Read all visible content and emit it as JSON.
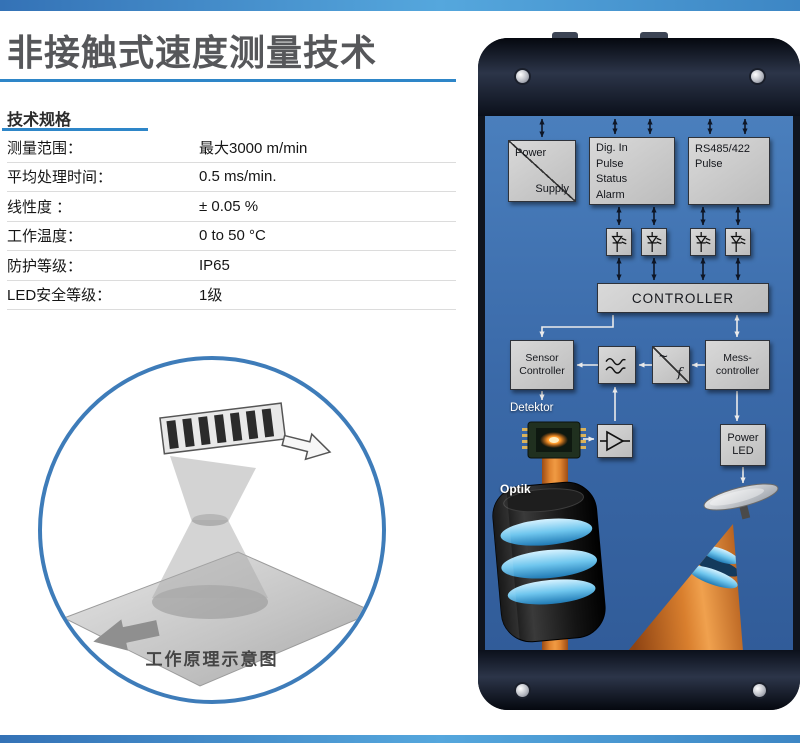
{
  "header": {
    "title": "非接触式速度测量技术"
  },
  "specs": {
    "heading": "技术规格",
    "rows": [
      {
        "label": "测量范围：",
        "value": "最大3000 m/min"
      },
      {
        "label": "平均处理时间：",
        "value": "0.5 ms/min."
      },
      {
        "label": "线性度 ：",
        "value": "± 0.05 %"
      },
      {
        "label": "工作温度：",
        "value": "0 to 50 °C"
      },
      {
        "label": "防护等级：",
        "value": "IP65"
      },
      {
        "label": "LED安全等级：",
        "value": "1级"
      }
    ]
  },
  "principle": {
    "caption": "工作原理示意图"
  },
  "device": {
    "power_supply": {
      "line1": "Power",
      "line2": "Supply"
    },
    "dig_in": {
      "lines": [
        "Dig. In",
        "Pulse",
        "Status",
        "Alarm"
      ]
    },
    "rs485": {
      "lines": [
        "RS485/422",
        "Pulse"
      ]
    },
    "controller": {
      "label": "CONTROLLER"
    },
    "sensor_controller": {
      "line1": "Sensor",
      "line2": "Controller"
    },
    "freq_converter": {
      "top": "~",
      "bottom": "f"
    },
    "mess_controller": {
      "line1": "Mess-",
      "line2": "controller"
    },
    "detektor_label": "Detektor",
    "optik_label": "Optik",
    "power_led": {
      "line1": "Power",
      "line2": "LED"
    }
  },
  "colors": {
    "accent_blue": "#2e86c8",
    "panel_blue": "#3a69a8",
    "device_dark": "#141b2a",
    "beam_orange": "#d4762b",
    "lens_cyan": "#6fc6ee",
    "block_gray": "#cccccc"
  }
}
